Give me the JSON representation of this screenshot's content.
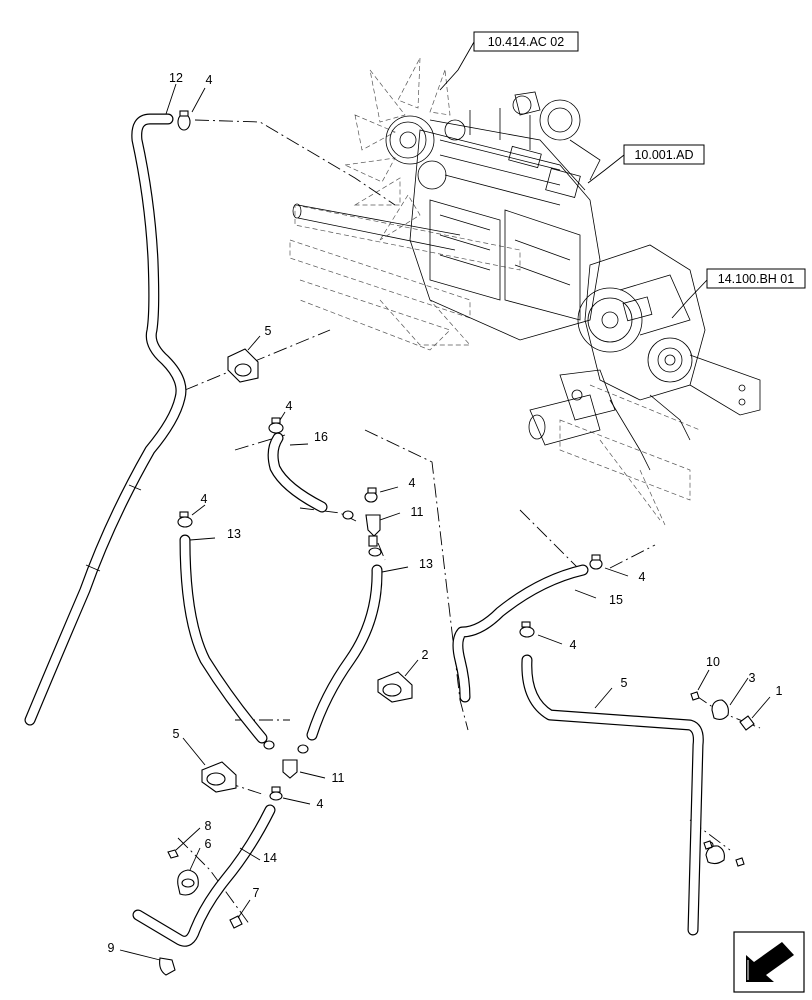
{
  "references": [
    {
      "id": "ref-10414",
      "text": "10.414.AC 02"
    },
    {
      "id": "ref-10001",
      "text": "10.001.AD"
    },
    {
      "id": "ref-14100",
      "text": "14.100.BH 01"
    }
  ],
  "callouts": [
    {
      "id": "c12",
      "text": "12"
    },
    {
      "id": "c4a",
      "text": "4"
    },
    {
      "id": "c5a",
      "text": "5"
    },
    {
      "id": "c4b",
      "text": "4"
    },
    {
      "id": "c16",
      "text": "16"
    },
    {
      "id": "c4c",
      "text": "4"
    },
    {
      "id": "c11a",
      "text": "11"
    },
    {
      "id": "c4d",
      "text": "4"
    },
    {
      "id": "c13a",
      "text": "13"
    },
    {
      "id": "c13b",
      "text": "13"
    },
    {
      "id": "c4e",
      "text": "4"
    },
    {
      "id": "c15",
      "text": "15"
    },
    {
      "id": "c4f",
      "text": "4"
    },
    {
      "id": "c5b",
      "text": "5"
    },
    {
      "id": "c10",
      "text": "10"
    },
    {
      "id": "c3",
      "text": "3"
    },
    {
      "id": "c1",
      "text": "1"
    },
    {
      "id": "c2",
      "text": "2"
    },
    {
      "id": "c5c",
      "text": "5"
    },
    {
      "id": "c11b",
      "text": "11"
    },
    {
      "id": "c4g",
      "text": "4"
    },
    {
      "id": "c8",
      "text": "8"
    },
    {
      "id": "c6",
      "text": "6"
    },
    {
      "id": "c14",
      "text": "14"
    },
    {
      "id": "c7",
      "text": "7"
    },
    {
      "id": "c9",
      "text": "9"
    }
  ],
  "icons": {
    "nav": "arrow-nav-icon"
  }
}
